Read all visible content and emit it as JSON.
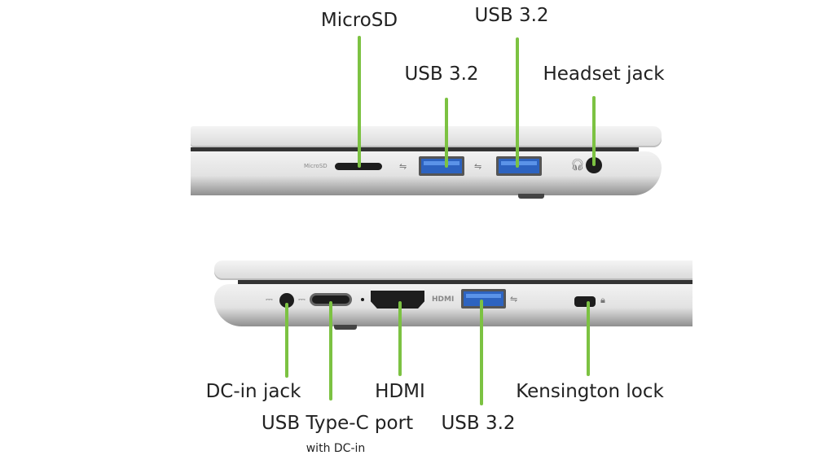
{
  "top_view": {
    "labels": {
      "microsd": "MicroSD",
      "usb_left": "USB 3.2",
      "usb_right": "USB 3.2",
      "headset": "Headset jack"
    },
    "engraving": {
      "microsd": "MicroSD"
    }
  },
  "bottom_view": {
    "labels": {
      "dc_in": "DC-in jack",
      "usb_c": "USB Type-C port",
      "usb_c_sub": "with DC-in",
      "hdmi": "HDMI",
      "usb": "USB 3.2",
      "kensington": "Kensington lock"
    },
    "engraving": {
      "hdmi": "HDMI"
    }
  },
  "colors": {
    "callout_line": "#7cc242",
    "usb_port": "#2d63c0"
  }
}
